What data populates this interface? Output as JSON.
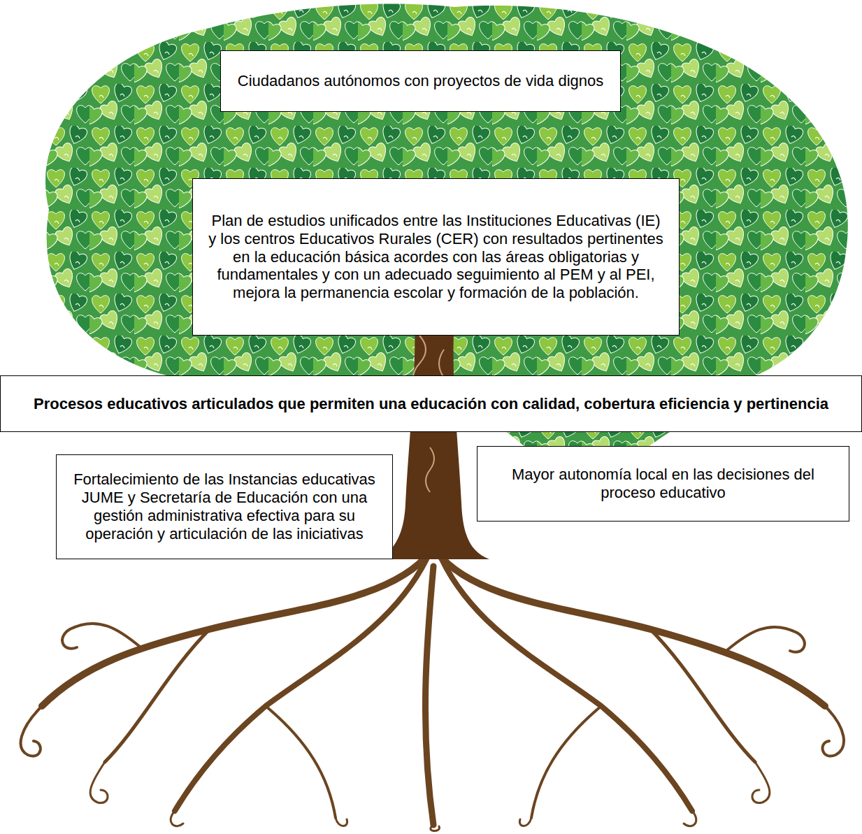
{
  "diagram": {
    "nodes": [
      {
        "text": [
          "Ciudadanos autónomos con proyectos de vida dignos"
        ]
      },
      {
        "text": [
          "Plan de estudios unificados entre las Instituciones Educativas (IE) y los centros Educativos Rurales (CER) con resultados pertinentes en la educación básica acordes con las áreas obligatorias y fundamentales y con un adecuado seguimiento al PEM y al PEI, mejora la permanencia escolar y formación de la población."
        ]
      },
      {
        "text": [
          "Procesos educativos articulados que permiten una educación con calidad, cobertura eficiencia y pertinencia"
        ]
      },
      {
        "text": [
          "Fortalecimiento de las Instancias educativas JUME y Secretaría de Educación con una gestión administrativa efectiva para su operación y articulación de las iniciativas"
        ]
      },
      {
        "text": [
          "Mayor autonomía local en las decisiones del proceso educativo"
        ]
      }
    ]
  }
}
